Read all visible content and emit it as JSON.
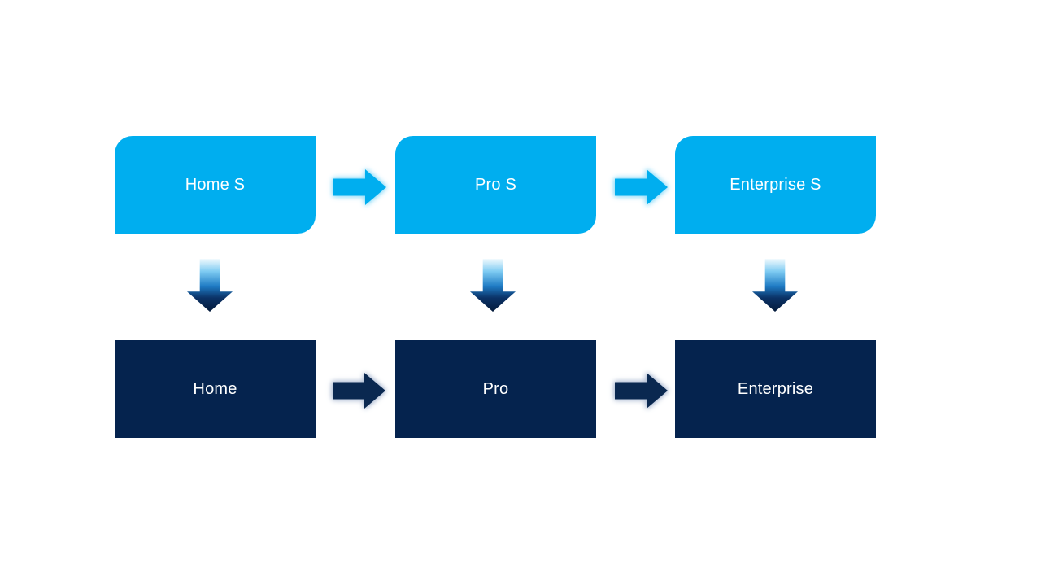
{
  "flow": {
    "columns": [
      {
        "top_label": "Home S",
        "bottom_label": "Home"
      },
      {
        "top_label": "Pro S",
        "bottom_label": "Pro"
      },
      {
        "top_label": "Enterprise S",
        "bottom_label": "Enterprise"
      }
    ]
  },
  "theme": {
    "colors": {
      "canvas_bg": "#FFFFFF",
      "top_box": "#00AEEF",
      "top_box_text": "#FFFFFF",
      "bottom_box": "#05234E",
      "bottom_box_text": "#FFFFFF",
      "top_arrow": "#00AEEF",
      "top_arrow_glow": "#99DFF9",
      "bottom_arrow": "#0A2850",
      "bottom_arrow_glow": "#B3C0D6",
      "down1": "#F2FAFE",
      "down2": "#7ECBF2",
      "down3": "#1E7BC4",
      "down4": "#0B3266",
      "down5": "#041A3A"
    }
  }
}
